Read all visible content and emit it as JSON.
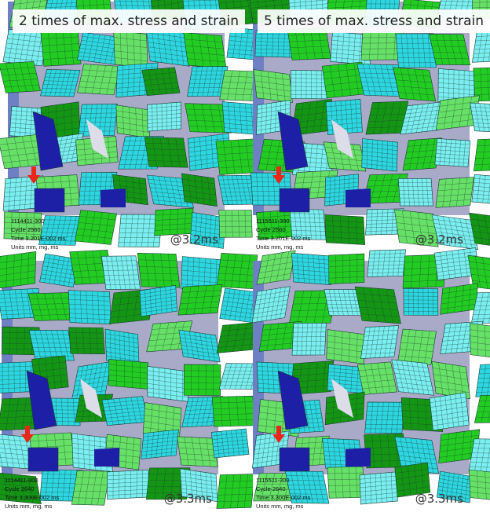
{
  "panels": [
    {
      "heading": "2 times of max. stress and strain",
      "model_id": "1114411-300",
      "cycle": "Cycle 2560",
      "time": "Time 3.201E-002 ms",
      "units": "Units mm, mg, ms",
      "stamp": "@3.2ms"
    },
    {
      "heading": "5 times of max. stress and strain",
      "model_id": "1115511-300",
      "cycle": "Cycle 2560",
      "time": "Time 3.201E-002 ms",
      "units": "Units mm, mg, ms",
      "stamp": "@3.2ms"
    },
    {
      "heading": "",
      "model_id": "1114411-300",
      "cycle": "Cycle 2640",
      "time": "Time 3.300E-002 ms",
      "units": "Units mm, mg, ms",
      "stamp": "@3.3ms"
    },
    {
      "heading": "",
      "model_id": "1115511-300",
      "cycle": "Cycle 2640",
      "time": "Time 3.300E-002 ms",
      "units": "Units mm, mg, ms",
      "stamp": "@3.3ms"
    }
  ],
  "colors": {
    "green_light": "#66e066",
    "green": "#22cc22",
    "green_dark": "#149614",
    "cyan_light": "#7aeef0",
    "cyan": "#2dd6e0",
    "blue_dark": "#1d1fa6",
    "background": "#a8aac8",
    "arrow": "#e8261a",
    "mesh_line": "#1a3a30"
  }
}
